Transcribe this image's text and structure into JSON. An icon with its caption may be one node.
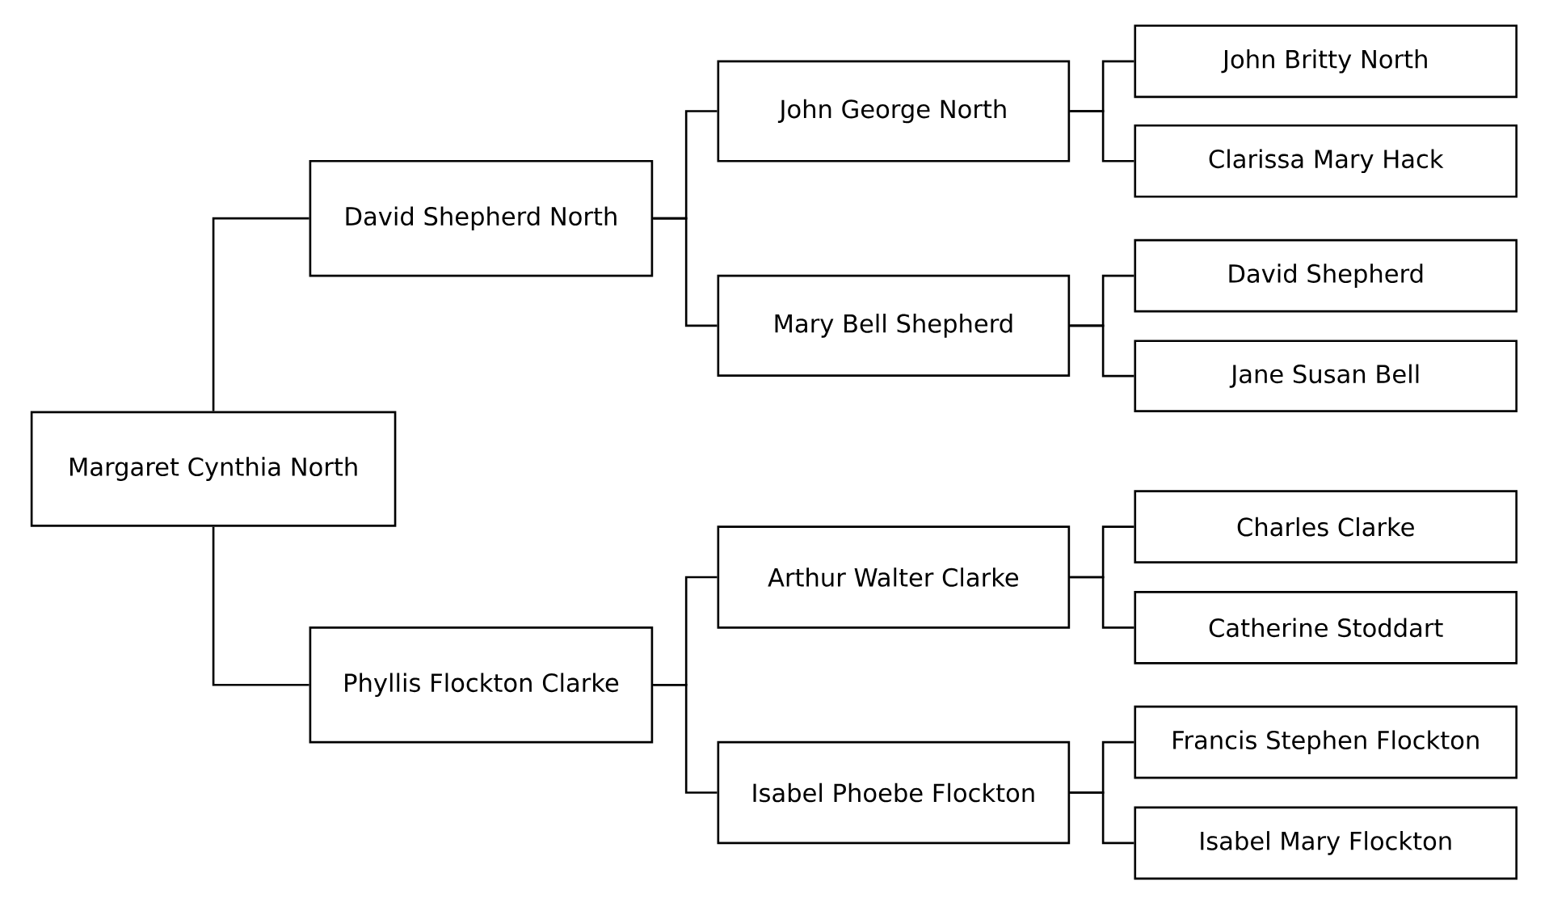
{
  "diagram": {
    "nodes": [
      {
        "text": [
          "Margaret Cynthia North"
        ]
      },
      {
        "text": [
          "David Shepherd North"
        ]
      },
      {
        "text": [
          "Phyllis Flockton Clarke"
        ]
      },
      {
        "text": [
          "John George North"
        ]
      },
      {
        "text": [
          "Mary Bell Shepherd"
        ]
      },
      {
        "text": [
          "Arthur Walter Clarke"
        ]
      },
      {
        "text": [
          "Isabel Phoebe Flockton"
        ]
      },
      {
        "text": [
          "John Britty North"
        ]
      },
      {
        "text": [
          "Clarissa Mary Hack"
        ]
      },
      {
        "text": [
          "David Shepherd"
        ]
      },
      {
        "text": [
          "Jane Susan Bell"
        ]
      },
      {
        "text": [
          "Charles Clarke"
        ]
      },
      {
        "text": [
          "Catherine Stoddart"
        ]
      },
      {
        "text": [
          "Francis Stephen Flockton"
        ]
      },
      {
        "text": [
          "Isabel Mary Flockton"
        ]
      }
    ],
    "edges": [
      {
        "from": 0,
        "to": 1,
        "arrow": "none"
      },
      {
        "from": 0,
        "to": 2,
        "arrow": "none"
      },
      {
        "from": 1,
        "to": 3,
        "arrow": "none"
      },
      {
        "from": 1,
        "to": 4,
        "arrow": "none"
      },
      {
        "from": 2,
        "to": 5,
        "arrow": "none"
      },
      {
        "from": 2,
        "to": 6,
        "arrow": "none"
      },
      {
        "from": 3,
        "to": 7,
        "arrow": "none"
      },
      {
        "from": 3,
        "to": 8,
        "arrow": "none"
      },
      {
        "from": 4,
        "to": 9,
        "arrow": "none"
      },
      {
        "from": 4,
        "to": 10,
        "arrow": "none"
      },
      {
        "from": 5,
        "to": 11,
        "arrow": "none"
      },
      {
        "from": 5,
        "to": 12,
        "arrow": "none"
      },
      {
        "from": 6,
        "to": 13,
        "arrow": "none"
      },
      {
        "from": 6,
        "to": 14,
        "arrow": "none"
      }
    ]
  }
}
